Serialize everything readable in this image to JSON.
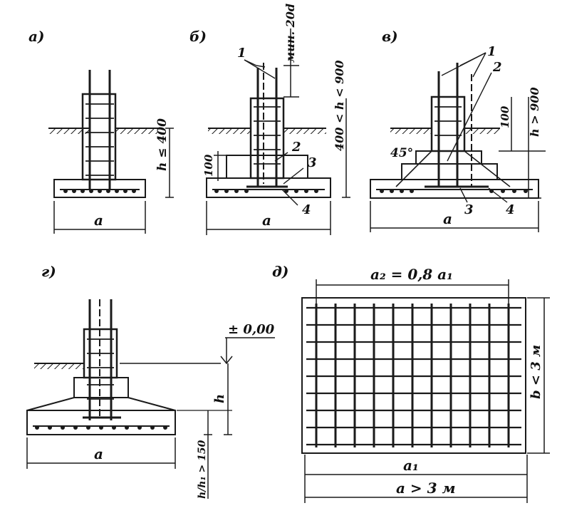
{
  "panels": {
    "a": {
      "letter": "а)",
      "height_label": "h ≤ 400",
      "width_label": "a"
    },
    "b": {
      "letter": "б)",
      "min_label": "мин. 20d",
      "height_label": "400 < h < 900",
      "step_label": "100",
      "callouts": [
        "1",
        "2",
        "3",
        "4"
      ],
      "width_label": "a"
    },
    "v": {
      "letter": "в)",
      "angle_label": "45°",
      "step_label": "100",
      "height_label": "h > 900",
      "callouts": [
        "1",
        "2",
        "3",
        "4"
      ],
      "width_label": "a"
    },
    "g": {
      "letter": "г)",
      "level_label": "± 0,00",
      "h_label": "h",
      "h1_label": "h/h₁ > 150",
      "width_label": "a"
    },
    "d": {
      "letter": "д)",
      "a2_label": "a₂ = 0,8 a₁",
      "b_label": "b < 3 м",
      "a1_label": "a₁",
      "a_label": "a > 3 м"
    }
  }
}
